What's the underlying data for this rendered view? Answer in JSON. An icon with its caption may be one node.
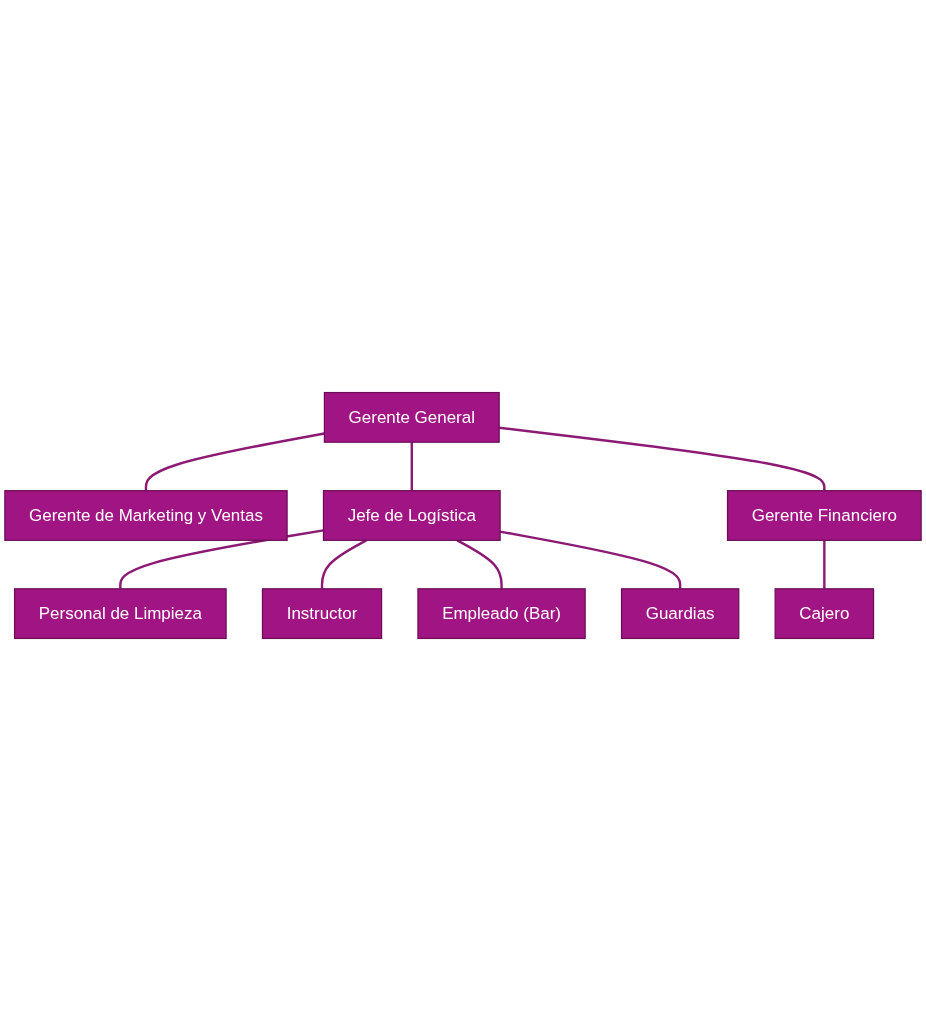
{
  "diagram": {
    "nodes": [
      {
        "text": [
          "Gerente General"
        ]
      },
      {
        "text": [
          "Gerente de Marketing y Ventas"
        ]
      },
      {
        "text": [
          "Jefe de Logística"
        ]
      },
      {
        "text": [
          "Gerente Financiero"
        ]
      },
      {
        "text": [
          "Personal de Limpieza"
        ]
      },
      {
        "text": [
          "Instructor"
        ]
      },
      {
        "text": [
          "Empleado (Bar)"
        ]
      },
      {
        "text": [
          "Guardias"
        ]
      },
      {
        "text": [
          "Cajero"
        ]
      }
    ],
    "edges": [
      {
        "from": 0,
        "to": 1,
        "arrow": "none"
      },
      {
        "from": 0,
        "to": 2,
        "arrow": "none"
      },
      {
        "from": 0,
        "to": 3,
        "arrow": "none"
      },
      {
        "from": 2,
        "to": 4,
        "arrow": "none"
      },
      {
        "from": 2,
        "to": 5,
        "arrow": "none"
      },
      {
        "from": 2,
        "to": 6,
        "arrow": "none"
      },
      {
        "from": 2,
        "to": 7,
        "arrow": "none"
      },
      {
        "from": 3,
        "to": 8,
        "arrow": "none"
      }
    ]
  }
}
